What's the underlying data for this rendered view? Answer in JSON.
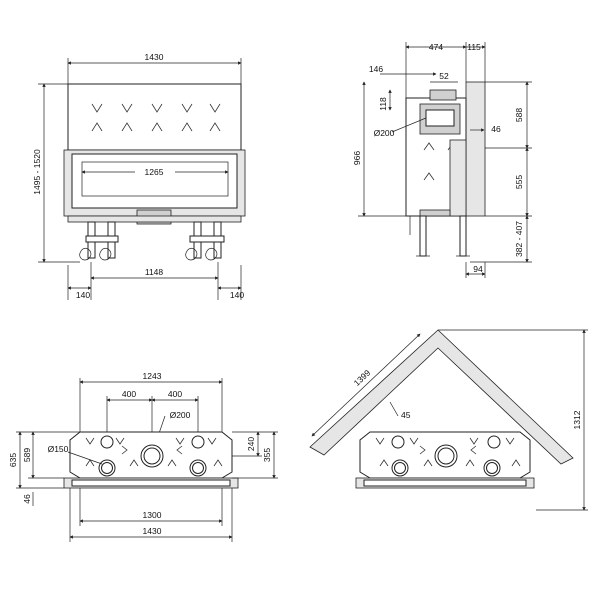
{
  "front_view": {
    "width_top": "1430",
    "height": "1495 - 1520",
    "glass_width": "1265",
    "legs_span": "1148",
    "offset_left": "140",
    "offset_right": "140"
  },
  "side_view": {
    "depth_top": "474",
    "depth_back": "115",
    "offset_146": "146",
    "collar_52": "52",
    "collar_118": "118",
    "flue_diameter": "Ø200",
    "height_966": "966",
    "upper_588": "588",
    "gap_46": "46",
    "middle_555": "555",
    "legs_range": "382 - 407",
    "foot_94": "94"
  },
  "top_view": {
    "width_1243": "1243",
    "spacing_left": "400",
    "spacing_right": "400",
    "flue_diameter": "Ø200",
    "outlet_diameter": "Ø150",
    "depth_240": "240",
    "depth_355": "355",
    "depth_635": "635",
    "depth_589": "589",
    "front_46": "46",
    "inner_1300": "1300",
    "outer_1430": "1430"
  },
  "corner_view": {
    "diagonal": "1399",
    "angle_mark": "45",
    "height_1312": "1312"
  }
}
